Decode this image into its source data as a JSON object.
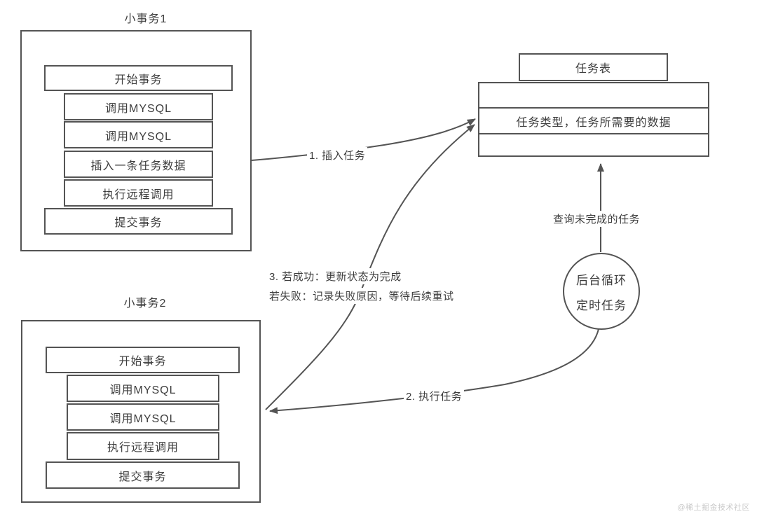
{
  "transaction1": {
    "title": "小事务1",
    "steps": [
      "开始事务",
      "调用MYSQL",
      "调用MYSQL",
      "插入一条任务数据",
      "执行远程调用",
      "提交事务"
    ]
  },
  "transaction2": {
    "title": "小事务2",
    "steps": [
      "开始事务",
      "调用MYSQL",
      "调用MYSQL",
      "执行远程调用",
      "提交事务"
    ]
  },
  "task_table": {
    "title": "任务表",
    "columns_row": "任务类型，任务所需要的数据"
  },
  "scheduler_circle": {
    "line1": "后台循环",
    "line2": "定时任务"
  },
  "labels": {
    "insert_task": "1. 插入任务",
    "execute_task": "2. 执行任务",
    "query_pending": "查询未完成的任务",
    "result_success": "3. 若成功：更新状态为完成",
    "result_failure": "若失败：记录失败原因，等待后续重试"
  },
  "watermark": "@稀土掘金技术社区",
  "colors": {
    "line": "#545454",
    "text": "#3d3d3d",
    "watermark": "#c9c9c9",
    "background": "#ffffff"
  }
}
